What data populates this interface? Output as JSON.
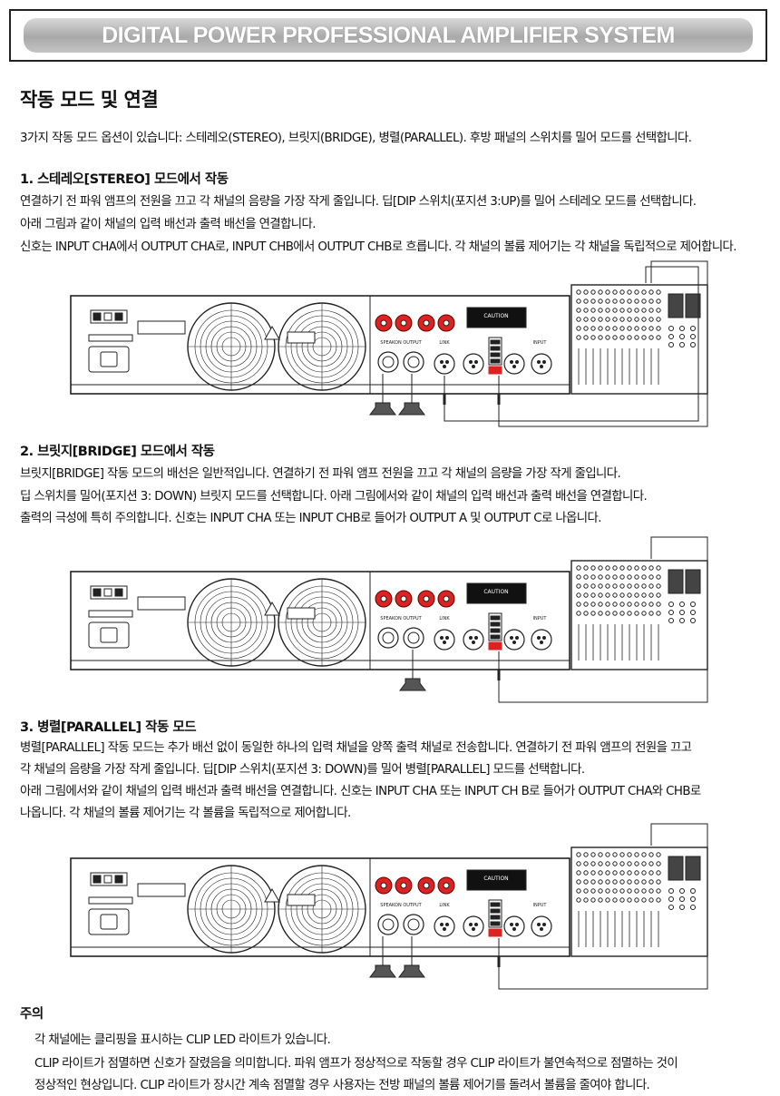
{
  "header": {
    "title": "DIGITAL POWER PROFESSIONAL AMPLIFIER SYSTEM"
  },
  "page_title": "작동 모드 및 연결",
  "intro": "3가지 작동 모드 옵션이 있습니다: 스테레오(STEREO), 브릿지(BRIDGE), 병렬(PARALLEL). 후방 패널의 스위치를 밀어 모드를 선택합니다.",
  "sections": [
    {
      "heading": "1. 스테레오[STEREO] 모드에서 작동",
      "lines": [
        "연결하기 전 파워 앰프의 전원을 끄고 각 채널의 음량을 가장 작게 줄입니다. 딥[DIP 스위치(포지션 3:UP)를 밀어 스테레오 모드를 선택합니다.",
        "아래 그림과 같이 채널의 입력 배선과 출력 배선을 연결합니다.",
        "신호는 INPUT CHA에서 OUTPUT CHA로, INPUT CHB에서 OUTPUT CHB로 흐릅니다. 각 채널의 볼륨 제어기는 각 채널을 독립적으로 제어합니다."
      ]
    },
    {
      "heading": "2. 브릿지[BRIDGE] 모드에서 작동",
      "lines": [
        "브릿지[BRIDGE] 작동 모드의 배선은 일반적입니다. 연결하기 전 파워 앰프 전원을 끄고 각 채널의 음량을 가장 작게 줄입니다.",
        "딥 스위치를 밀어(포지션 3: DOWN) 브릿지 모드를 선택합니다. 아래 그림에서와 같이 채널의 입력 배선과 출력 배선을 연결합니다.",
        "출력의 극성에 특히 주의합니다. 신호는 INPUT CHA 또는 INPUT CHB로 들어가 OUTPUT A 및 OUTPUT C로 나옵니다."
      ]
    },
    {
      "heading": "3. 병렬[PARALLEL] 작동 모드",
      "lines": [
        "병렬[PARALLEL] 작동 모드는 추가 배선 없이 동일한 하나의 입력 채널을 양쪽 출력 채널로 전송합니다. 연결하기 전 파워 앰프의 전원을 끄고",
        "각 채널의 음량을 가장 작게 줄입니다. 딥[DIP 스위치(포지션 3: DOWN)를 밀어 병렬[PARALLEL] 모드를 선택합니다.",
        "아래 그림에서와 같이 채널의 입력 배선과 출력 배선을 연결합니다. 신호는 INPUT CHA 또는 INPUT CH B로 들어가 OUTPUT CHA와 CHB로",
        "나옵니다. 각 채널의 볼륨 제어기는 각 볼륨을 독립적으로 제어합니다."
      ]
    }
  ],
  "diagram_labels": {
    "caution": "CAUTION",
    "speakon_output": "SPEAKON OUTPUT",
    "link": "LINK",
    "input": "INPUT"
  },
  "note": {
    "heading": "주의",
    "lines": [
      "각 채널에는 클리핑을 표시하는 CLIP LED 라이트가 있습니다.",
      "CLIP 라이트가 점멸하면 신호가 잘렸음을 의미합니다. 파워 앰프가 정상적으로 작동할 경우 CLIP 라이트가 불연속적으로 점멸하는 것이",
      "정상적인 현상입니다. CLIP 라이트가 장시간 계속 점멸할 경우 사용자는 전방 패널의 볼륨 제어기를 돌려서 볼륨을 줄여야 합니다."
    ]
  }
}
